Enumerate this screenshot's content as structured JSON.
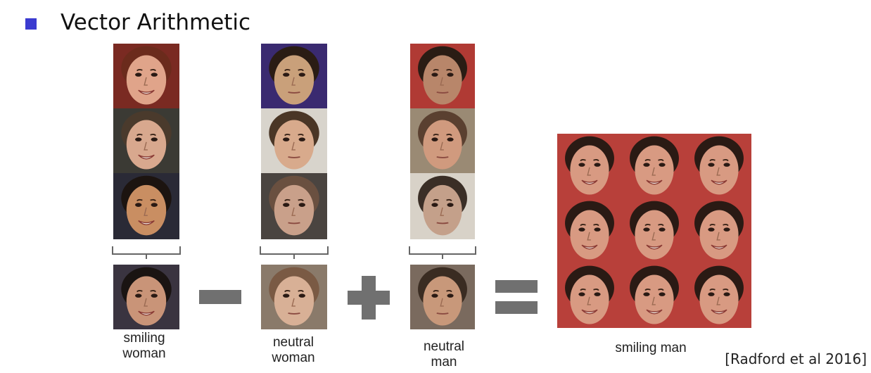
{
  "slide": {
    "heading": "Vector Arithmetic",
    "citation": "[Radford et al 2016]"
  },
  "groups": [
    {
      "label_line1": "smiling",
      "label_line2": "woman"
    },
    {
      "label_line1": "neutral",
      "label_line2": "woman"
    },
    {
      "label_line1": "neutral",
      "label_line2": "man"
    },
    {
      "label_line1": "smiling man",
      "label_line2": ""
    }
  ],
  "operators": [
    "minus",
    "plus",
    "equals"
  ],
  "colors": {
    "bullet": "#3b3bd0",
    "operator": "#707070",
    "bracket": "#666666"
  }
}
